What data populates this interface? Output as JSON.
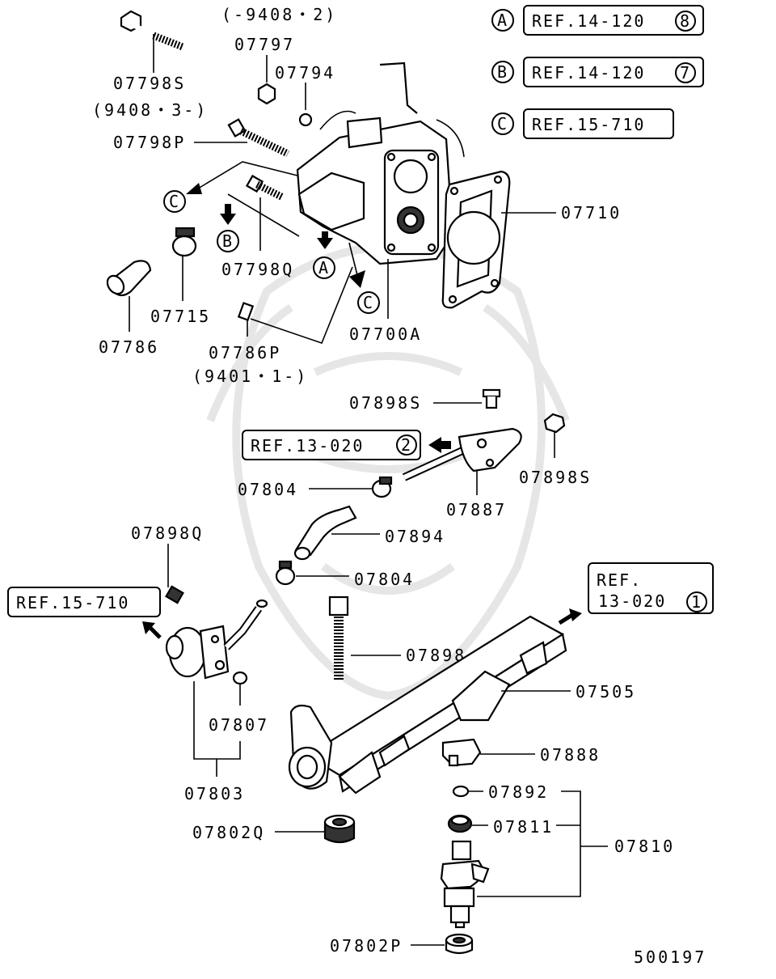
{
  "diagram_id": "500197",
  "refs": [
    {
      "letter": "A",
      "text": "REF.14-120",
      "num": "8"
    },
    {
      "letter": "B",
      "text": "REF.14-120",
      "num": "7"
    },
    {
      "letter": "C",
      "text": "REF.15-710",
      "num": ""
    }
  ],
  "callout_letters": {
    "a": "A",
    "b": "B",
    "c": "C"
  },
  "ref_boxes": {
    "r13_2": {
      "text": "REF.13-020",
      "num": "2"
    },
    "r15_710": {
      "text": "REF.15-710"
    },
    "r13_1_line1": "REF.",
    "r13_1_line2": "13-020",
    "r13_1_num": "1"
  },
  "notes": {
    "n_9408_2": "(-9408・2)",
    "n_9408_3": "(9408・3-)",
    "n_9401_1": "(9401・1-)"
  },
  "parts": {
    "p07798S": "07798S",
    "p07797": "07797",
    "p07794": "07794",
    "p07798P": "07798P",
    "p07710": "07710",
    "p07798Q": "07798Q",
    "p07715": "07715",
    "p07786": "07786",
    "p07786P": "07786P",
    "p07700A": "07700A",
    "p07898S_a": "07898S",
    "p07898S_b": "07898S",
    "p07804_a": "07804",
    "p07887": "07887",
    "p07894": "07894",
    "p07898Q": "07898Q",
    "p07804_b": "07804",
    "p07898": "07898",
    "p07505": "07505",
    "p07807": "07807",
    "p07803": "07803",
    "p07888": "07888",
    "p07892": "07892",
    "p07811": "07811",
    "p07810": "07810",
    "p07802Q": "07802Q",
    "p07802P": "07802P"
  }
}
